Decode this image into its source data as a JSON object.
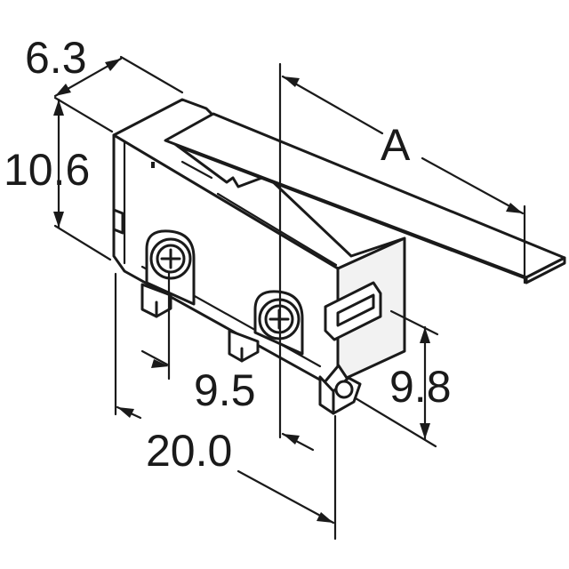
{
  "dimensions": {
    "depth": "6.3",
    "height": "10.6",
    "lever": "A",
    "hole_spacing": "9.5",
    "terminal_height": "9.8",
    "length": "20.0"
  }
}
